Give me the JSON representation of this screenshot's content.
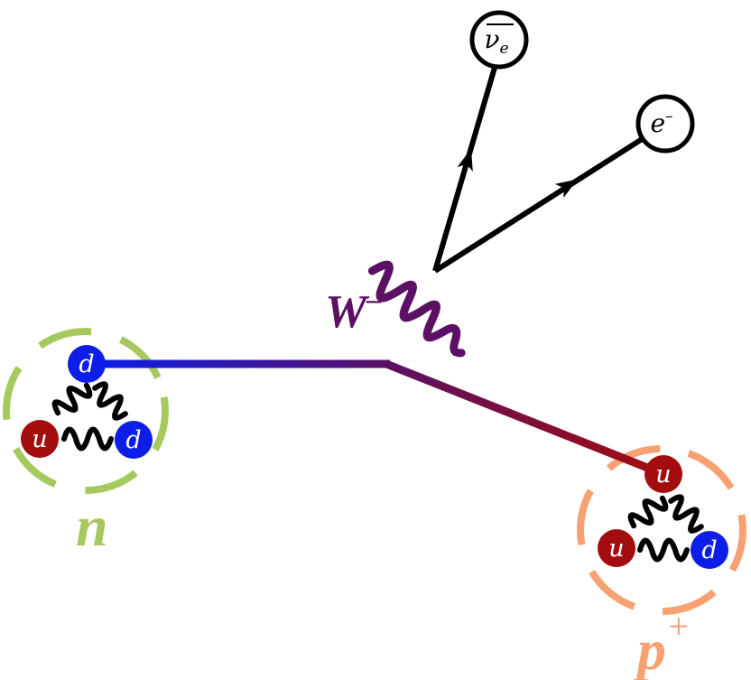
{
  "labels": {
    "neutron": "n",
    "proton_base": "p",
    "proton_charge": "+",
    "w_boson_base": "W",
    "w_boson_charge": "–",
    "electron_base": "e",
    "electron_charge": "–",
    "antineutrino_base": "ν",
    "antineutrino_sub": "e"
  },
  "neutron_quarks": {
    "top": "d",
    "left": "u",
    "right": "d"
  },
  "proton_quarks": {
    "top": "u",
    "left": "u",
    "right": "d"
  },
  "colors": {
    "neutron": "#a6c95f",
    "proton": "#f7a072",
    "w_boson": "#5b1064",
    "up_quark": "#a30d0d",
    "down_quark": "#0d1ee8",
    "line": "#000000"
  },
  "icons": {
    "arrow": "arrow-head-icon",
    "gluon": "gluon-spring-icon"
  }
}
